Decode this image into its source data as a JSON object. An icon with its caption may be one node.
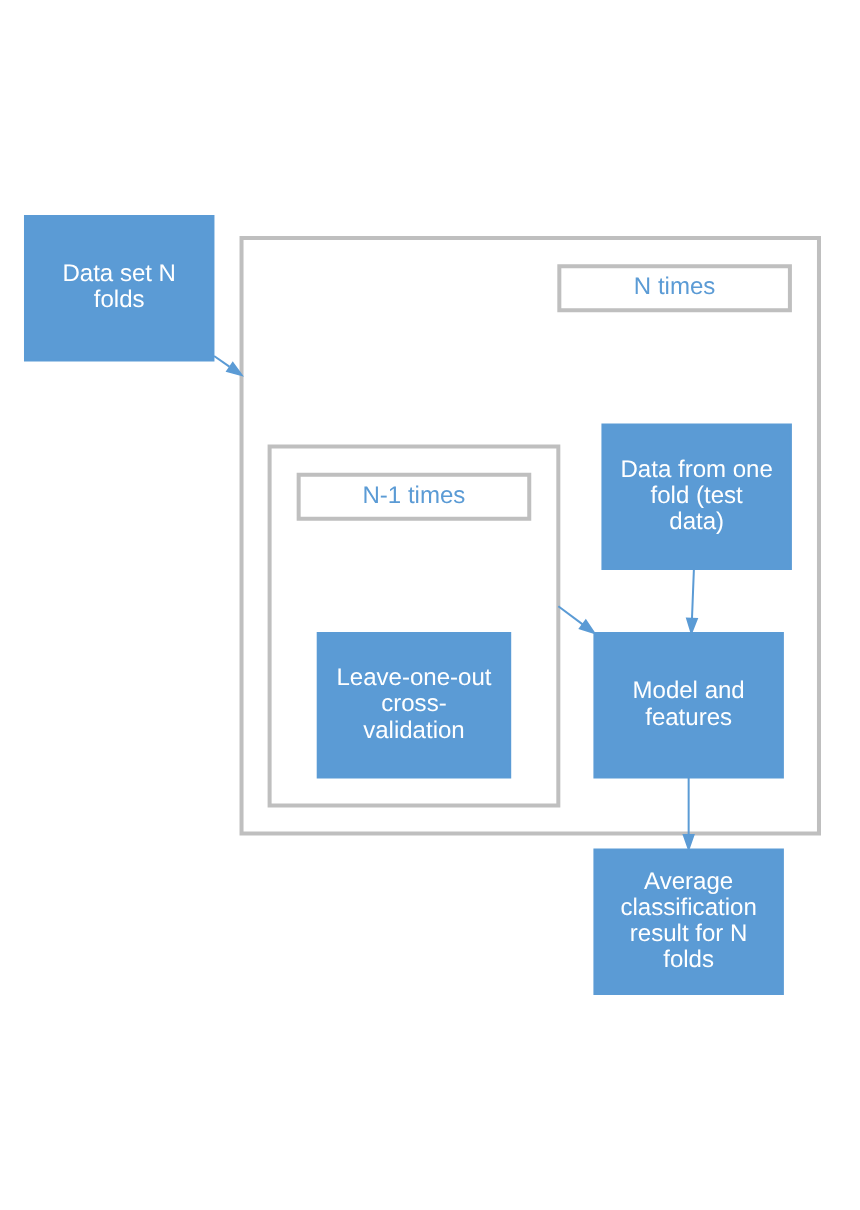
{
  "diagram": {
    "nodes": [
      {
        "text": [
          "Data set N folds"
        ]
      },
      {
        "text": [],
        "shape": "box"
      },
      {
        "text": [],
        "shape": "box",
        "in": 1
      },
      {
        "text": [
          "N-1 times"
        ],
        "in": 2
      },
      {
        "text": [
          "Leave-one-out cross-validation"
        ],
        "in": 2
      },
      {
        "text": [
          "N times"
        ],
        "in": 1
      },
      {
        "text": [
          "Data from one fold (test data)"
        ],
        "in": 1
      },
      {
        "text": [
          "Model and features"
        ],
        "in": 1
      },
      {
        "text": [
          "Average classification result for N folds"
        ]
      }
    ],
    "edges": [
      {
        "from": 0,
        "to": 1,
        "arrow": "to"
      },
      {
        "from": 2,
        "to": 7,
        "arrow": "to"
      },
      {
        "from": 6,
        "to": 7,
        "arrow": "to"
      },
      {
        "from": 7,
        "to": 8,
        "arrow": "to"
      }
    ]
  }
}
